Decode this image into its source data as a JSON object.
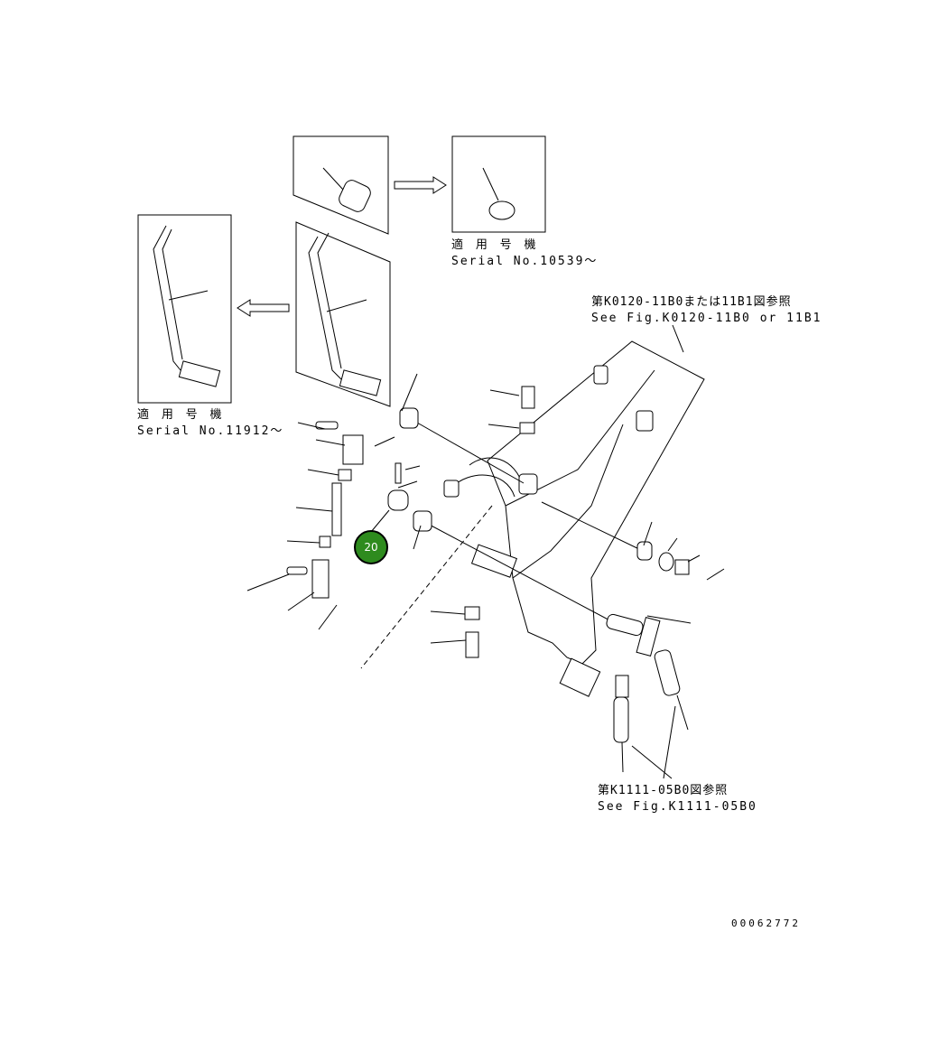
{
  "inset_top": {
    "label_jp": "適 用 号 機",
    "label_en": "Serial No.10539～"
  },
  "inset_left": {
    "label_jp": "適 用 号 機",
    "label_en": "Serial No.11912～"
  },
  "ref_frame": {
    "label_jp": "第K0120-11B0または11B1図参照",
    "label_en": "See Fig.K0120-11B0 or 11B1"
  },
  "ref_cable": {
    "label_jp": "第K1111-05B0図参照",
    "label_en": "See Fig.K1111-05B0"
  },
  "callout": {
    "number": "20",
    "color": "#2e8b1e"
  },
  "drawing_number": "00062772"
}
